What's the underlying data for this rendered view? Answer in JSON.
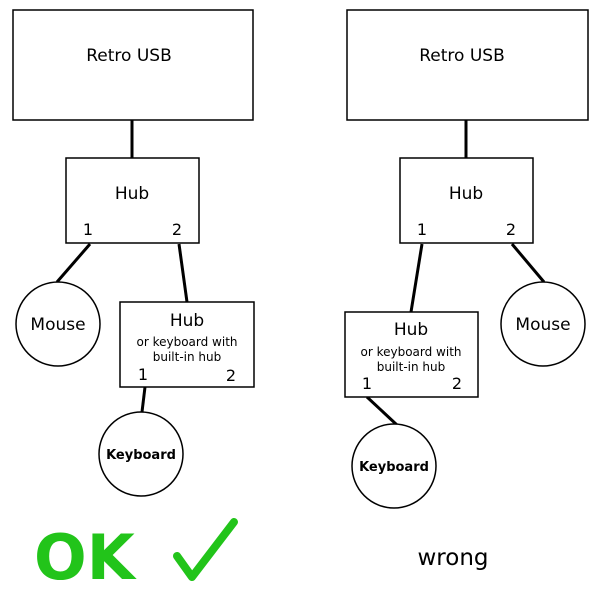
{
  "left": {
    "root_label": "Retro USB",
    "hub_label": "Hub",
    "hub_port1": "1",
    "hub_port2": "2",
    "mouse_label": "Mouse",
    "subhub_label": "Hub",
    "subhub_note_line1": "or keyboard with",
    "subhub_note_line2": "built-in hub",
    "subhub_port1": "1",
    "subhub_port2": "2",
    "keyboard_label": "Keyboard",
    "verdict": "OK",
    "verdict_mark": "✓"
  },
  "right": {
    "root_label": "Retro USB",
    "hub_label": "Hub",
    "hub_port1": "1",
    "hub_port2": "2",
    "subhub_label": "Hub",
    "subhub_note_line1": "or keyboard with",
    "subhub_note_line2": "built-in hub",
    "subhub_port1": "1",
    "subhub_port2": "2",
    "mouse_label": "Mouse",
    "keyboard_label": "Keyboard",
    "verdict": "wrong"
  },
  "colors": {
    "ok_green": "#22c41a",
    "ink": "#000000"
  }
}
